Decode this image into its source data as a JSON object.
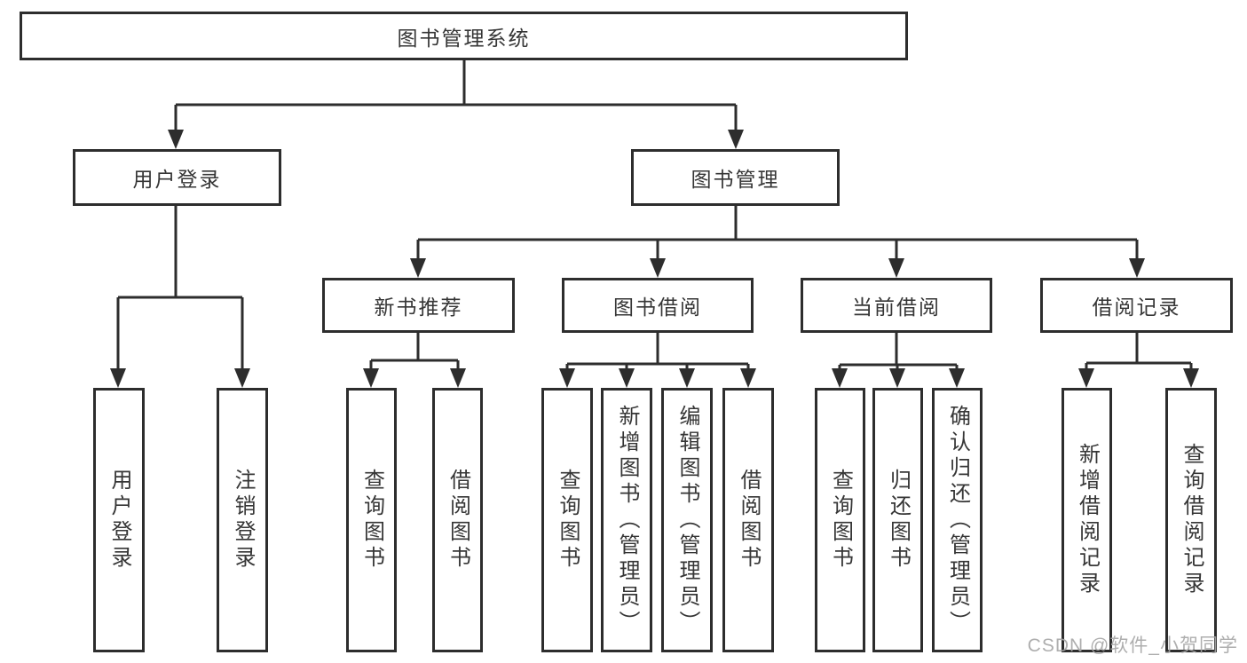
{
  "diagram": {
    "root": {
      "label": "图书管理系统"
    },
    "level2": [
      {
        "label": "用户登录"
      },
      {
        "label": "图书管理"
      }
    ],
    "level3": [
      {
        "label": "新书推荐"
      },
      {
        "label": "图书借阅"
      },
      {
        "label": "当前借阅"
      },
      {
        "label": "借阅记录"
      }
    ],
    "leaves": {
      "user_login": [
        "用户登录",
        "注销登录"
      ],
      "new_books": [
        "查询图书",
        "借阅图书"
      ],
      "book_borrow": [
        "查询图书",
        "新增图书（管理员）",
        "编辑图书（管理员）",
        "借阅图书"
      ],
      "current_borrow": [
        "查询图书",
        "归还图书",
        "确认归还（管理员）"
      ],
      "borrow_records": [
        "新增借阅记录",
        "查询借阅记录"
      ]
    }
  },
  "watermark": {
    "text": "CSDN @软件_小贺同学"
  },
  "colors": {
    "line": "#2d2d2d",
    "text": "#363636",
    "watermark": "#a5a5a5",
    "background": "#ffffff"
  }
}
